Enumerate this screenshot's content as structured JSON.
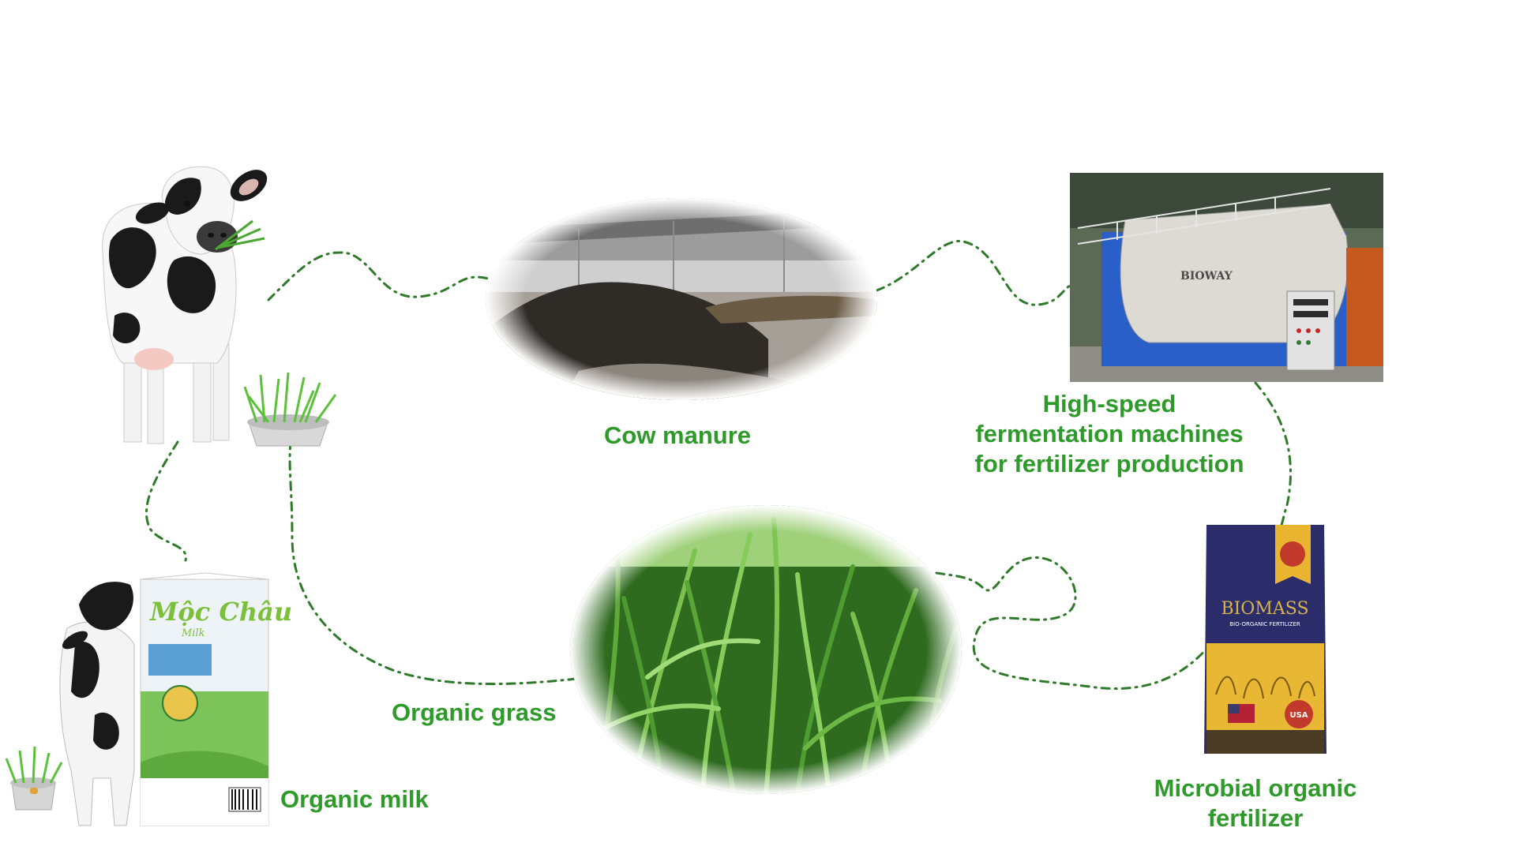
{
  "nodes": {
    "cow_manure": {
      "label": "Cow manure"
    },
    "fermentation_machine": {
      "label_lines": [
        "High-speed",
        "fermentation machines",
        "for fertilizer production"
      ],
      "machine_text": "BIOWAY"
    },
    "microbial_fertilizer": {
      "label_lines": [
        "Microbial organic",
        "fertilizer"
      ],
      "bag_text": "BIOMASS",
      "bag_subtext": "BIO-ORGANIC FERTILIZER",
      "badge_text": "USA"
    },
    "organic_grass": {
      "label": "Organic grass"
    },
    "organic_milk": {
      "label": "Organic milk",
      "carton_brand": "Mộc Châu",
      "carton_subtext": "Milk"
    }
  },
  "colors": {
    "label_green": "#2e9a2a",
    "connector_green": "#2f7a2a"
  }
}
